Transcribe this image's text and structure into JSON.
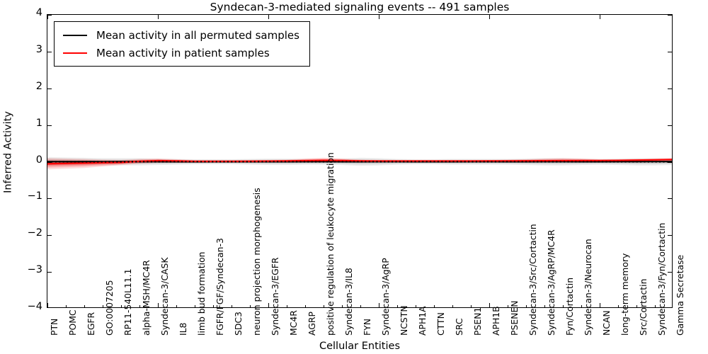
{
  "chart_data": {
    "type": "line",
    "title": "Syndecan-3-mediated signaling events -- 491 samples",
    "xlabel": "Cellular Entities",
    "ylabel": "Inferred Activity",
    "ylim": [
      -4,
      4
    ],
    "yticks": [
      -4,
      -3,
      -2,
      -1,
      0,
      1,
      2,
      3,
      4
    ],
    "grid": false,
    "legend_position": "upper left",
    "sample_count": 491,
    "categories": [
      "PTN",
      "POMC",
      "EGFR",
      "GO:0007205",
      "RP11-540L11.1",
      "alpha-MSH/MC4R",
      "Syndecan-3/CASK",
      "IL8",
      "limb bud formation",
      "FGFR/FGF/Syndecan-3",
      "SDC3",
      "neuron projection morphogenesis",
      "Syndecan-3/EGFR",
      "MC4R",
      "AGRP",
      "positive regulation of leukocyte migration",
      "Syndecan-3/IL8",
      "FYN",
      "Syndecan-3/AgRP",
      "NCSTN",
      "APH1A",
      "CTTN",
      "SRC",
      "PSEN1",
      "APH1B",
      "PSENEN",
      "Syndecan-3/Src/Cortactin",
      "Syndecan-3/AgRP/MC4R",
      "Fyn/Cortactin",
      "Syndecan-3/Neurocan",
      "NCAN",
      "long-term memory",
      "Src/Cortactin",
      "Syndecan-3/Fyn/Cortactin",
      "Gamma Secretase"
    ],
    "series": [
      {
        "name": "Mean activity in all permuted samples",
        "color": "#000000",
        "style": "solid",
        "values": [
          0.005,
          0.004,
          0.003,
          0.002,
          0.003,
          0.004,
          0.003,
          0.002,
          0.002,
          0.003,
          0.004,
          0.003,
          0.002,
          0.002,
          0.003,
          0.003,
          0.002,
          0.002,
          0.003,
          0.003,
          0.002,
          0.002,
          0.002,
          0.003,
          0.003,
          0.002,
          0.002,
          0.003,
          0.003,
          0.002,
          0.002,
          0.003,
          0.004,
          0.005,
          0.006
        ],
        "band_upper": [
          0.13,
          0.12,
          0.11,
          0.1,
          0.1,
          0.1,
          0.09,
          0.08,
          0.07,
          0.07,
          0.07,
          0.08,
          0.09,
          0.09,
          0.08,
          0.08,
          0.09,
          0.11,
          0.1,
          0.08,
          0.07,
          0.07,
          0.08,
          0.08,
          0.08,
          0.08,
          0.09,
          0.1,
          0.1,
          0.09,
          0.08,
          0.09,
          0.1,
          0.1,
          0.09
        ],
        "band_lower": [
          -0.13,
          -0.12,
          -0.11,
          -0.1,
          -0.1,
          -0.1,
          -0.09,
          -0.08,
          -0.07,
          -0.07,
          -0.07,
          -0.08,
          -0.09,
          -0.09,
          -0.08,
          -0.08,
          -0.09,
          -0.11,
          -0.1,
          -0.08,
          -0.07,
          -0.07,
          -0.08,
          -0.08,
          -0.08,
          -0.08,
          -0.09,
          -0.1,
          -0.1,
          -0.09,
          -0.08,
          -0.09,
          -0.1,
          -0.1,
          -0.09
        ]
      },
      {
        "name": "Mean activity in patient samples",
        "color": "#ff0000",
        "style": "solid",
        "values": [
          -0.055,
          -0.045,
          -0.035,
          -0.025,
          -0.018,
          0.012,
          0.03,
          0.022,
          0.012,
          0.01,
          0.012,
          0.014,
          0.018,
          0.022,
          0.03,
          0.038,
          0.032,
          0.024,
          0.02,
          0.02,
          0.02,
          0.02,
          0.02,
          0.02,
          0.022,
          0.024,
          0.026,
          0.028,
          0.03,
          0.032,
          0.034,
          0.038,
          0.044,
          0.052,
          0.062
        ],
        "band_upper": [
          0.1,
          0.09,
          0.08,
          0.06,
          0.05,
          0.08,
          0.09,
          0.07,
          0.05,
          0.05,
          0.05,
          0.05,
          0.05,
          0.06,
          0.09,
          0.11,
          0.09,
          0.06,
          0.05,
          0.05,
          0.05,
          0.05,
          0.05,
          0.05,
          0.05,
          0.06,
          0.07,
          0.09,
          0.1,
          0.09,
          0.07,
          0.07,
          0.08,
          0.09,
          0.1
        ],
        "band_lower": [
          -0.21,
          -0.19,
          -0.17,
          -0.13,
          -0.09,
          -0.05,
          -0.03,
          -0.03,
          -0.03,
          -0.03,
          -0.03,
          -0.03,
          -0.02,
          -0.02,
          -0.02,
          -0.02,
          -0.02,
          -0.02,
          -0.02,
          -0.01,
          -0.01,
          -0.01,
          -0.01,
          -0.01,
          -0.01,
          -0.01,
          -0.01,
          -0.01,
          0.0,
          0.0,
          0.0,
          0.0,
          0.01,
          0.01,
          0.02
        ]
      },
      {
        "name": "zero-reference",
        "color": "#000000",
        "style": "dotted",
        "values": [
          0,
          0,
          0,
          0,
          0,
          0,
          0,
          0,
          0,
          0,
          0,
          0,
          0,
          0,
          0,
          0,
          0,
          0,
          0,
          0,
          0,
          0,
          0,
          0,
          0,
          0,
          0,
          0,
          0,
          0,
          0,
          0,
          0,
          0,
          0
        ]
      }
    ],
    "legend": [
      {
        "label": "Mean activity in all permuted samples",
        "color": "#000000"
      },
      {
        "label": "Mean activity in patient samples",
        "color": "#ff0000"
      }
    ]
  }
}
